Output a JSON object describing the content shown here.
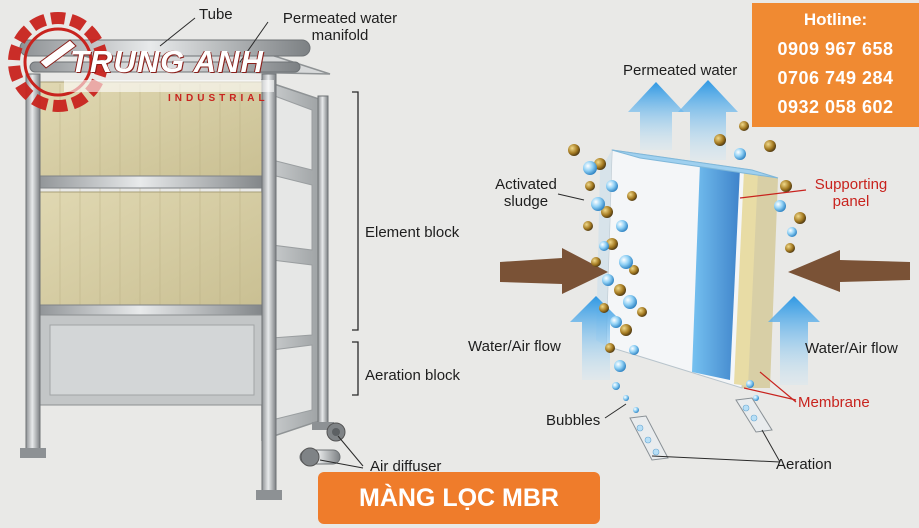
{
  "logo": {
    "name": "TRUNG ANH",
    "tagline": "INDUSTRIAL"
  },
  "hotline": {
    "title": "Hotline:",
    "phones": [
      "0909 967 658",
      "0706 749 284",
      "0932 058 602"
    ]
  },
  "module_labels": {
    "tube": "Tube",
    "permeated_manifold": "Permeated water manifold",
    "element_block": "Element block",
    "aeration_block": "Aeration block",
    "air_diffuser": "Air diffuser"
  },
  "membrane_labels": {
    "permeated_water": "Permeated water",
    "activated_sludge": "Activated sludge",
    "supporting_panel": "Supporting panel",
    "water_air_flow_left": "Water/Air flow",
    "water_air_flow_right": "Water/Air flow",
    "membrane": "Membrane",
    "bubbles": "Bubbles",
    "aeration": "Aeration"
  },
  "banner": {
    "text": "MÀNG LỌC MBR"
  },
  "colors": {
    "accent_orange": "#f08a32",
    "label_red": "#c8231e",
    "membrane_panel": "#d8cfa6",
    "frame_steel": "#b9bcbe",
    "flow_arrow_blue": "#3ea6e8",
    "inflow_arrow_brown": "#7a5236"
  }
}
